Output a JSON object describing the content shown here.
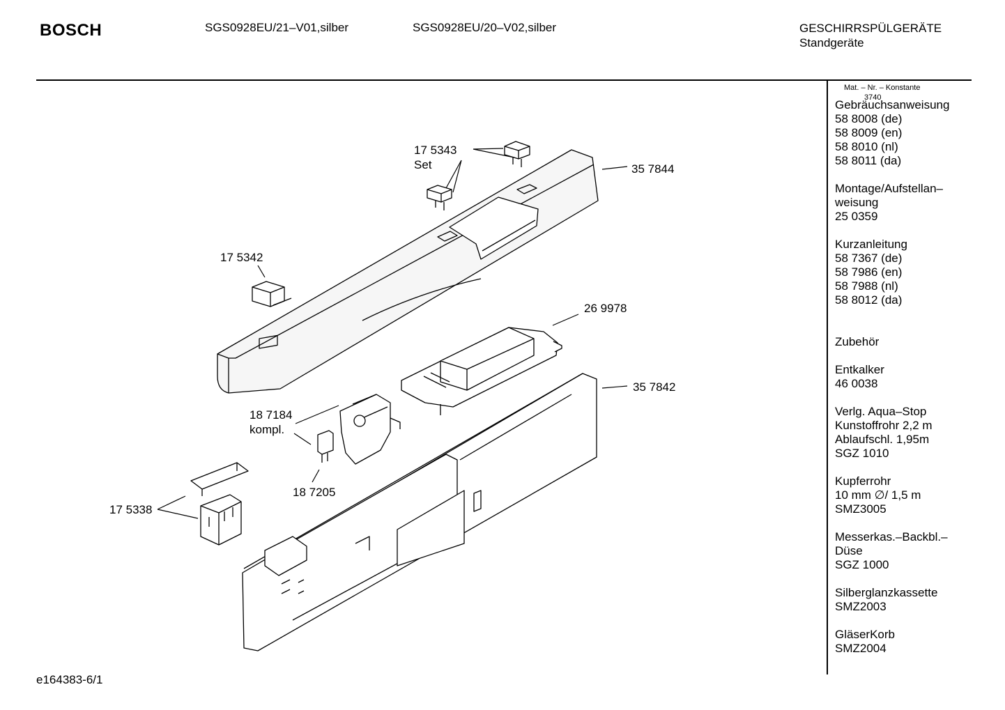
{
  "header": {
    "brand": "BOSCH",
    "models": [
      "SGS0928EU/21–V01,silber",
      "SGS0928EU/20–V02,silber"
    ],
    "category": "GESCHIRRSPÜLGERÄTE",
    "subcategory": "Standgeräte"
  },
  "sidebar": {
    "mat_nr_label": "Mat. – Nr. – Konstante",
    "konstante": "3740",
    "groups": [
      [
        "Gebräuchsanweisung",
        "58 8008 (de)",
        "58 8009 (en)",
        "58 8010 (nl)",
        "58 8011 (da)"
      ],
      [
        "Montage/Aufstellan–",
        "weisung",
        "25 0359"
      ],
      [
        " Kurzanleitung",
        "58 7367 (de)",
        "58 7986 (en)",
        "58 7988 (nl)",
        "58 8012 (da)"
      ],
      [
        "",
        "Zubehör"
      ],
      [
        "Entkalker",
        "46 0038"
      ],
      [
        "Verlg. Aqua–Stop",
        "Kunstoffrohr 2,2 m",
        "Ablaufschl. 1,95m",
        "SGZ 1010"
      ],
      [
        "Kupferrohr",
        "10 mm ∅/ 1,5 m",
        "SMZ3005"
      ],
      [
        "Messerkas.–Backbl.–",
        "Düse",
        "SGZ 1000"
      ],
      [
        "Silberglanzkassette",
        "SMZ2003"
      ],
      [
        "GläserKorb",
        "SMZ2004"
      ]
    ]
  },
  "callouts": {
    "c1": [
      "17 5343",
      "Set"
    ],
    "c2": "35 7844",
    "c3": "17 5342",
    "c4": "26 9978",
    "c5": "35 7842",
    "c6": [
      "18 7184",
      "kompl."
    ],
    "c7": "18 7205",
    "c8": "17 5338"
  },
  "footer": {
    "doc_id": "e164383-6/1"
  }
}
